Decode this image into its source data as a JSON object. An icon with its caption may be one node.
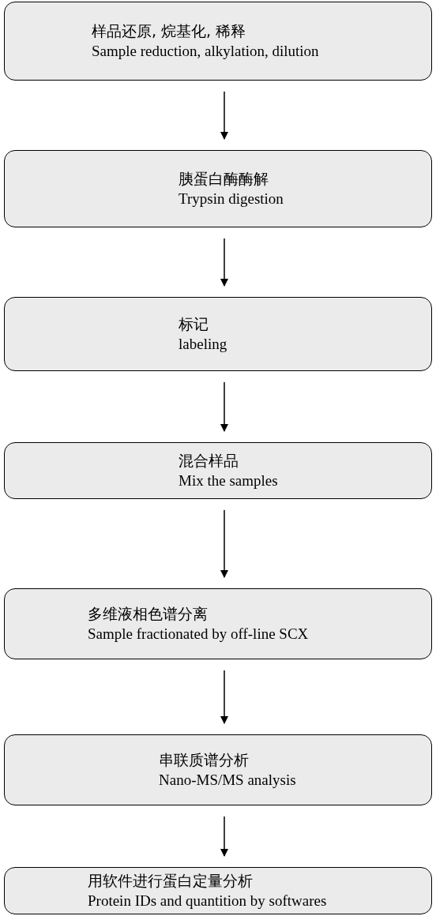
{
  "diagram": {
    "nodes": [
      {
        "text": [
          "样品还原, 烷基化, 稀释",
          "Sample reduction, alkylation, dilution"
        ]
      },
      {
        "text": [
          "胰蛋白酶酶解",
          "Trypsin digestion"
        ]
      },
      {
        "text": [
          "标记",
          "labeling"
        ]
      },
      {
        "text": [
          "混合样品",
          "Mix the samples"
        ]
      },
      {
        "text": [
          "多维液相色谱分离",
          "Sample fractionated by off-line SCX"
        ]
      },
      {
        "text": [
          "串联质谱分析",
          "Nano-MS/MS analysis"
        ]
      },
      {
        "text": [
          "用软件进行蛋白定量分析",
          "Protein IDs and quantition by softwares"
        ]
      }
    ],
    "edges": [
      {
        "from": 0,
        "to": 1,
        "arrow": "to"
      },
      {
        "from": 1,
        "to": 2,
        "arrow": "to"
      },
      {
        "from": 2,
        "to": 3,
        "arrow": "to"
      },
      {
        "from": 3,
        "to": 4,
        "arrow": "to"
      },
      {
        "from": 4,
        "to": 5,
        "arrow": "to"
      },
      {
        "from": 5,
        "to": 6,
        "arrow": "to"
      }
    ]
  }
}
